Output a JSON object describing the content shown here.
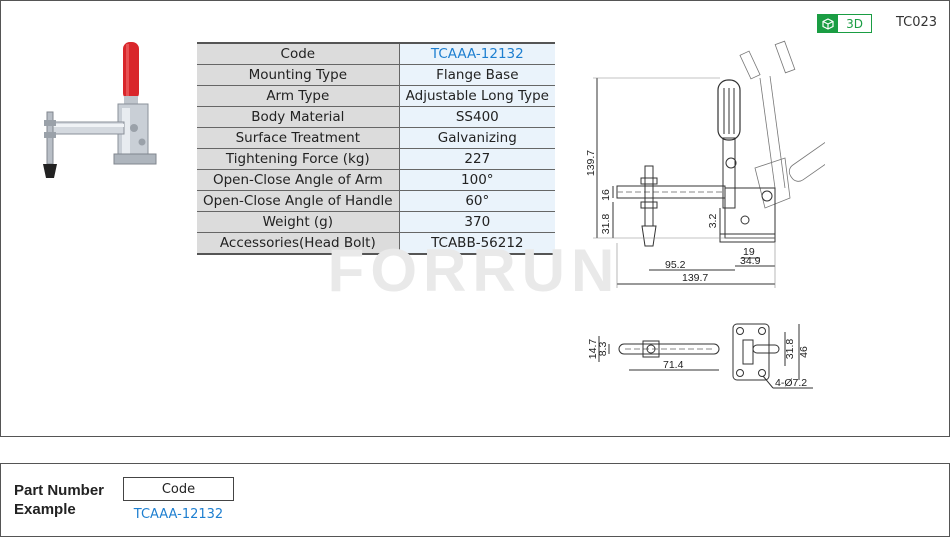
{
  "header": {
    "badge_3d": "3D",
    "series_code": "TC023"
  },
  "specs": [
    {
      "label": "Code",
      "value": "TCAAA-12132"
    },
    {
      "label": "Mounting Type",
      "value": "Flange Base"
    },
    {
      "label": "Arm Type",
      "value": "Adjustable Long Type"
    },
    {
      "label": "Body Material",
      "value": "SS400"
    },
    {
      "label": "Surface Treatment",
      "value": "Galvanizing"
    },
    {
      "label": "Tightening Force (kg)",
      "value": "227"
    },
    {
      "label": "Open-Close Angle of Arm",
      "value": "100°"
    },
    {
      "label": "Open-Close  Angle of Handle",
      "value": "60°"
    },
    {
      "label": "Weight (g)",
      "value": "370"
    },
    {
      "label": "Accessories(Head Bolt)",
      "value": "TCABB-56212"
    }
  ],
  "watermark": "FORRUN",
  "drawing_side": {
    "height_total": "139.7",
    "dim_16": "16",
    "dim_31_8": "31.8",
    "dim_3_2": "3.2",
    "dim_19": "19",
    "dim_34_9": "34.9",
    "dim_95_2": "95.2",
    "length_total": "139.7"
  },
  "drawing_top": {
    "dim_14_7": "14.7",
    "dim_8_3": "8.3",
    "dim_71_4": "71.4",
    "dim_31_8": "31.8",
    "dim_46": "46",
    "holes": "4-Ø7.2"
  },
  "part_number": {
    "label_line1": "Part Number",
    "label_line2": "Example",
    "code_header": "Code",
    "code_value": "TCAAA-12132"
  },
  "colors": {
    "accent_green": "#1a9d43",
    "link_blue": "#1e7fd0",
    "handle_red": "#d9262b"
  }
}
